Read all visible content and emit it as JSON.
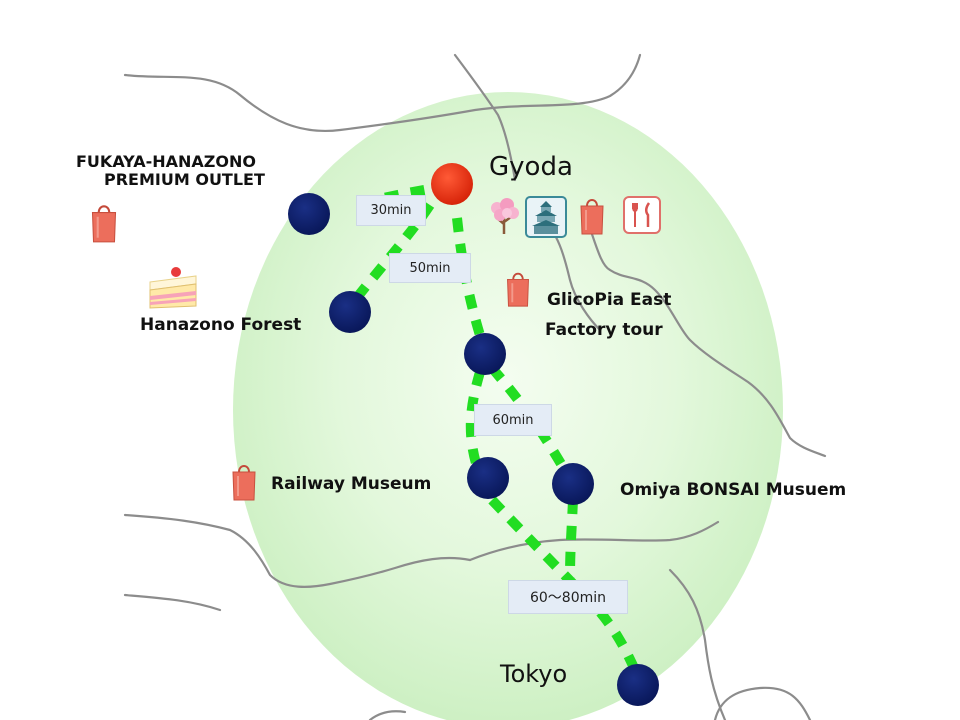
{
  "places": {
    "gyoda": "Gyoda",
    "outlet_line1": "FUKAYA-HANAZONO",
    "outlet_line2": "PREMIUM OUTLET",
    "hanazono_forest": "Hanazono Forest",
    "glicopia_line1": "GlicoPia East",
    "glicopia_line2": "Factory tour",
    "railway_museum": "Railway Museum",
    "bonsai_museum": "Omiya BONSAI Musuem",
    "tokyo": "Tokyo"
  },
  "travel_times": {
    "gyoda_outlet": "30min",
    "gyoda_hanazono": "50min",
    "omiya_area": "60min",
    "to_tokyo": "60～80min"
  },
  "icons": {
    "gyoda_icons": [
      "cherry-blossom-icon",
      "castle-icon",
      "shopping-bag-icon",
      "restaurant-icon"
    ],
    "outlet": "shopping-bag-icon",
    "hanazono": "cake-icon",
    "glicopia": "shopping-bag-icon",
    "railway": "shopping-bag-icon"
  },
  "colors": {
    "origin_node": "#e02d10",
    "destination_node": "#0b1f6b",
    "route": "#22dd22",
    "region": "#d9f5d2",
    "bag": "#ec6e5c",
    "road": "#8a8a8a"
  }
}
